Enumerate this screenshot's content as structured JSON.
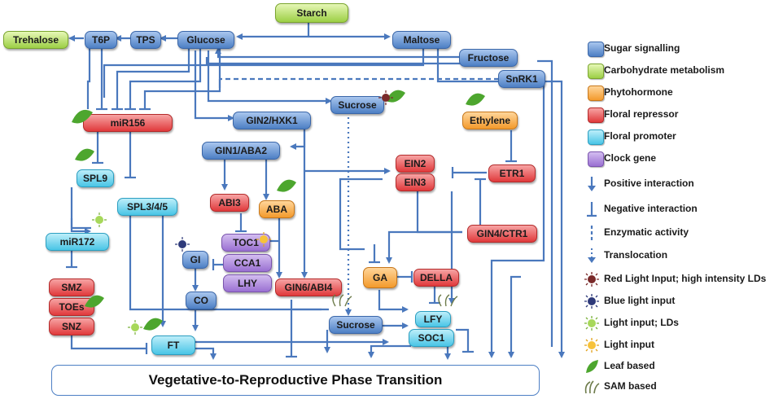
{
  "nodes": {
    "starch": "Starch",
    "trehalose": "Trehalose",
    "t6p": "T6P",
    "tps": "TPS",
    "glucose": "Glucose",
    "maltose": "Maltose",
    "fructose": "Fructose",
    "snrk1": "SnRK1",
    "mir156": "miR156",
    "gin2": "GIN2/HXK1",
    "sucrose_top": "Sucrose",
    "gin1": "GIN1/ABA2",
    "ethylene": "Ethylene",
    "spl9": "SPL9",
    "spl345": "SPL3/4/5",
    "abi3": "ABI3",
    "aba": "ABA",
    "ein2": "EIN2",
    "ein3": "EIN3",
    "etr1": "ETR1",
    "mir172": "miR172",
    "toc1": "TOC1",
    "gi": "GI",
    "cca1": "CCA1",
    "lhy": "LHY",
    "gin6": "GIN6/ABI4",
    "gin4": "GIN4/CTR1",
    "ga": "GA",
    "della": "DELLA",
    "smz": "SMZ",
    "toes": "TOEs",
    "snz": "SNZ",
    "co": "CO",
    "ft": "FT",
    "sucrose_bottom": "Sucrose",
    "lfy": "LFY",
    "soc1": "SOC1"
  },
  "banner": "Vegetative-to-Reproductive Phase Transition",
  "legend": [
    {
      "icon": "sugar-signalling-swatch",
      "label": "Sugar signalling"
    },
    {
      "icon": "carbohydrate-metabolism-swatch",
      "label": "Carbohydrate metabolism"
    },
    {
      "icon": "phytohormone-swatch",
      "label": "Phytohormone"
    },
    {
      "icon": "floral-repressor-swatch",
      "label": "Floral repressor"
    },
    {
      "icon": "floral-promoter-swatch",
      "label": "Floral promoter"
    },
    {
      "icon": "clock-gene-swatch",
      "label": "Clock gene"
    },
    {
      "icon": "positive-arrow-icon",
      "label": "Positive interaction"
    },
    {
      "icon": "negative-bar-icon",
      "label": "Negative interaction"
    },
    {
      "icon": "dashed-line-icon",
      "label": "Enzymatic activity"
    },
    {
      "icon": "dotted-arrow-icon",
      "label": "Translocation"
    },
    {
      "icon": "red-light-icon",
      "label": "Red Light Input; high intensity LDs"
    },
    {
      "icon": "blue-light-icon",
      "label": "Blue light input"
    },
    {
      "icon": "green-light-icon",
      "label": "Light input; LDs"
    },
    {
      "icon": "sun-icon",
      "label": "Light input"
    },
    {
      "icon": "leaf-icon",
      "label": "Leaf based"
    },
    {
      "icon": "sam-icon",
      "label": "SAM based"
    }
  ],
  "colors": {
    "sugar": "#4d7fc4",
    "carbohydrate": "#9ccf45",
    "phytohormone": "#f39a2c",
    "repressor": "#e0393b",
    "promoter": "#49c5e6",
    "clock": "#9a70d2",
    "line": "#4a78bd"
  }
}
